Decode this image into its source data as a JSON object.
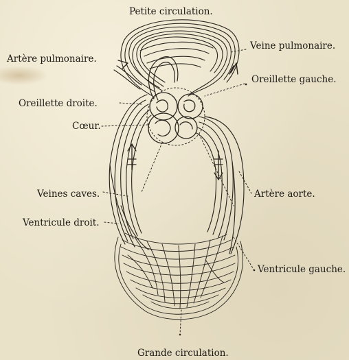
{
  "labels": {
    "petite_circulation": "Petite circulation.",
    "veine_pulmonaire": "Veine pulmonaire.",
    "artere_pulmonaire": "Artère pulmonaire.",
    "oreillette_gauche": "Oreillette gauche.",
    "oreillette_droite": "Oreillette droite.",
    "coeur": "Cœur.",
    "veines_caves": "Veines caves.",
    "artere_aorte": "Artère aorte.",
    "ventricule_droit": "Ventricule droit.",
    "ventricule_gauche": "Ventricule gauche.",
    "grande_circulation": "Grande circulation."
  },
  "colors": {
    "paper": "#e9e1c8",
    "ink": "#1c1a16"
  }
}
